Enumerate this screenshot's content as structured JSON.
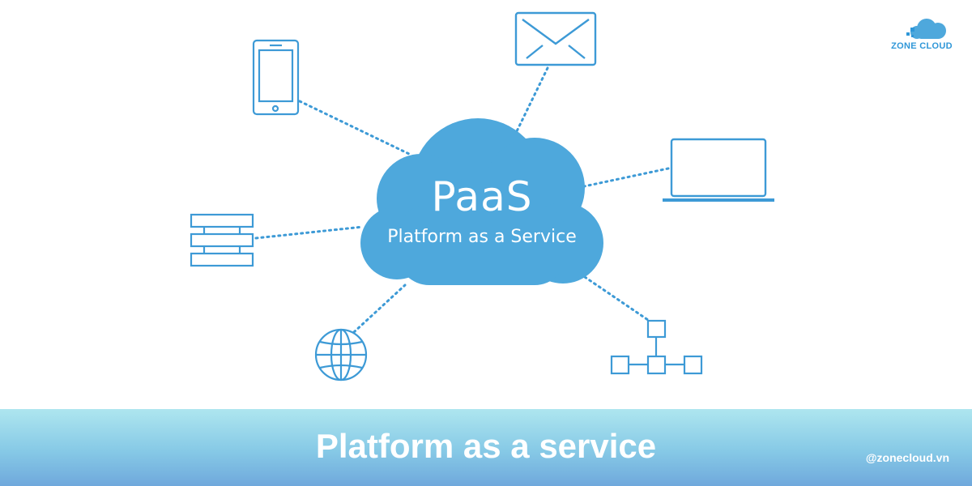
{
  "diagram": {
    "center": {
      "title": "PaaS",
      "subtitle": "Platform as a Service"
    },
    "devices": [
      {
        "name": "smartphone-icon"
      },
      {
        "name": "email-envelope-icon"
      },
      {
        "name": "laptop-icon"
      },
      {
        "name": "server-stack-icon"
      },
      {
        "name": "globe-icon"
      },
      {
        "name": "network-nodes-icon"
      }
    ],
    "colors": {
      "cloud": "#4ea8dc",
      "icon_stroke": "#3d9ad6",
      "connector": "#3d9ad6"
    }
  },
  "logo": {
    "text": "ZONE CLOUD"
  },
  "banner": {
    "title": "Platform as a service",
    "handle": "@zonecloud.vn"
  }
}
